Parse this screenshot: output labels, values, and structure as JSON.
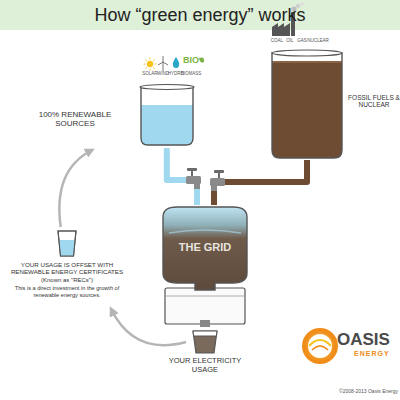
{
  "diagram": {
    "title": "How “green energy” works",
    "nodes": [
      {
        "text": [
          "100% RENEWABLE SOURCES"
        ]
      },
      {
        "text": [
          "FOSSIL FUELS & NUCLEAR"
        ]
      },
      {
        "text": [
          "THE GRID"
        ]
      },
      {
        "text": [
          "YOUR ELECTRICITY USAGE"
        ]
      },
      {
        "text": [
          "YOUR USAGE IS OFFSET WITH RENEWABLE ENERGY CERTIFICATES",
          "(Known as \"RECs\")",
          "This is a direct investment in the growth of renewable energy sources."
        ]
      }
    ],
    "edges": [
      {
        "from": 0,
        "to": 2,
        "arrow": "none"
      },
      {
        "from": 1,
        "to": 2,
        "arrow": "none"
      },
      {
        "from": 3,
        "to": 4,
        "arrow": "to"
      },
      {
        "from": 4,
        "to": 0,
        "arrow": "to"
      }
    ],
    "labels": [
      "SOLAR",
      "WIND",
      "HYDRO",
      "BIO",
      "BIOMASS",
      "COAL",
      "OIL",
      "GAS",
      "NUCLEAR",
      "OASIS",
      "ENERGY",
      "©2008-2013 Oasis Energy"
    ]
  }
}
